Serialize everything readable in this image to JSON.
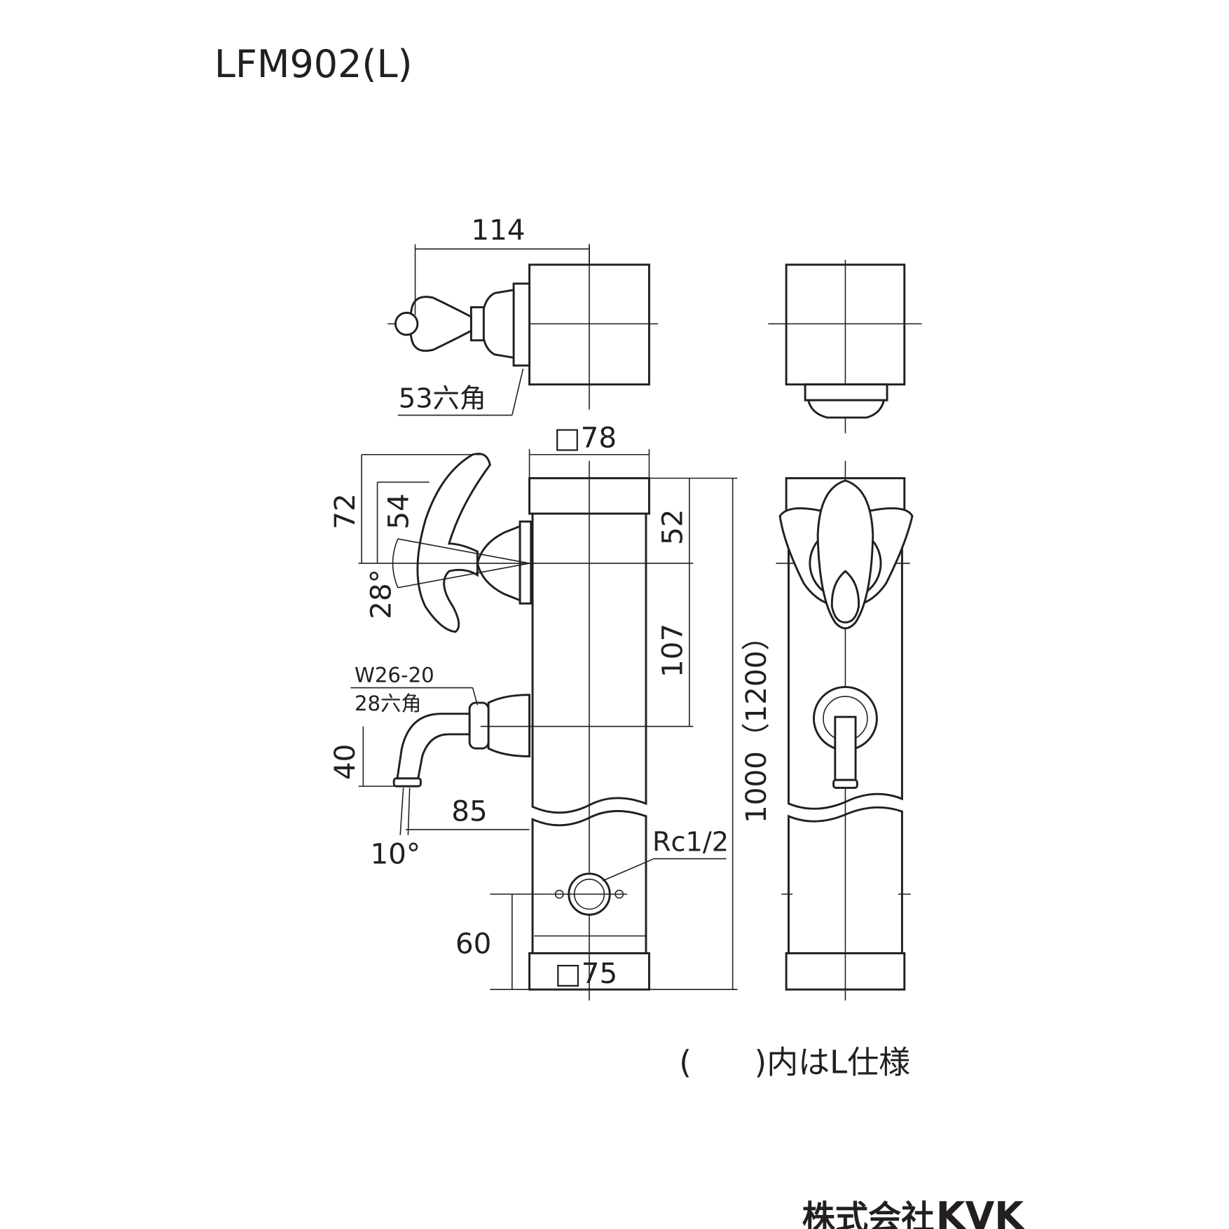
{
  "title": "LFM902(L)",
  "dimensions": {
    "top_width": "114",
    "hex_nut_top": "53六角",
    "body_square": "□78",
    "handle_height_outer": "72",
    "handle_height_inner": "54",
    "handle_angle": "28°",
    "top_to_handle": "52",
    "handle_to_spout": "107",
    "total_height": "1000（1200）",
    "spout_thread": "W26-20",
    "spout_hex": "28六角",
    "spout_drop": "40",
    "spout_reach": "85",
    "spout_angle": "10°",
    "inlet": "Rc1/2",
    "inlet_height": "60",
    "base_square": "□75"
  },
  "note": "(　　)内はL仕様",
  "logo": "株式会社 KVK",
  "colors": {
    "line": "#231f20"
  }
}
